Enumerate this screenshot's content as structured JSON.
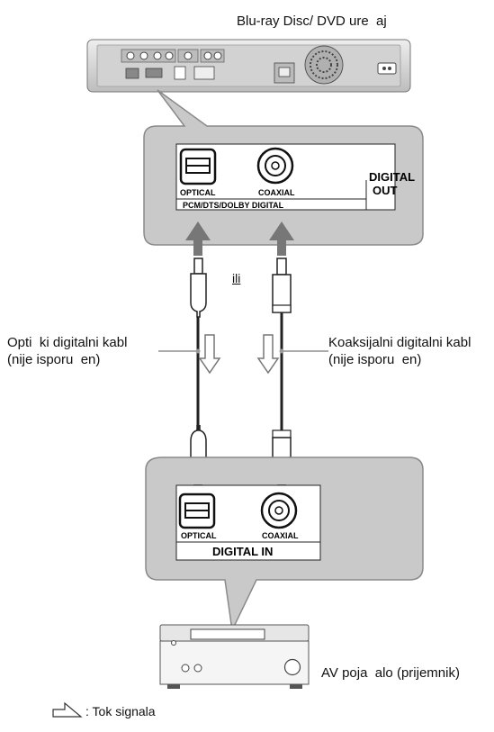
{
  "labels": {
    "player": "Blu-ray Disc/ DVD ure  aj",
    "or": "ili",
    "optical_cable_line1": "Opti  ki digitalni kabl",
    "optical_cable_line2": "(nije isporu  en)",
    "coaxial_cable_line1": "Koaksijalni digitalni kabl",
    "coaxial_cable_line2": "(nije isporu  en)",
    "receiver": "AV poja  alo (prijemnik)",
    "legend": ": Tok signala"
  },
  "out_panel": {
    "optical": "OPTICAL",
    "coaxial": "COAXIAL",
    "formats": "PCM/DTS/DOLBY DIGITAL",
    "digital": "DIGITAL",
    "out": "OUT"
  },
  "in_panel": {
    "optical": "OPTICAL",
    "coaxial": "COAXIAL",
    "digital_in": "DIGITAL IN"
  },
  "colors": {
    "panel_fill": "#c9c9c9",
    "panel_stroke": "#8a8a8a",
    "arrow": "#777777",
    "device": "#d6d6d6"
  }
}
